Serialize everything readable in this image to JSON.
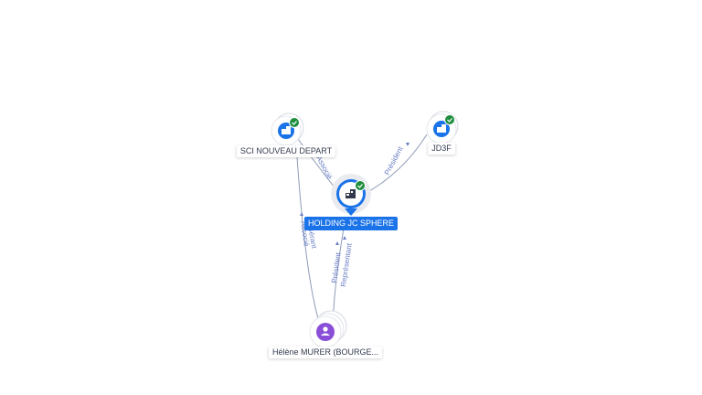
{
  "colors": {
    "company": "#1a73e8",
    "person": "#8a4fd8",
    "verified": "#1e8e3e",
    "edge": "#8e9bb8",
    "edge_label": "#6a7ec4"
  },
  "nodes": {
    "sci": {
      "label": "SCI NOUVEAU DEPART",
      "icon": "building-icon",
      "verified": true
    },
    "jd3f": {
      "label": "JD3F",
      "icon": "building-icon",
      "verified": true
    },
    "holding": {
      "label": "HOLDING JC SPHERE",
      "icon": "building-icon",
      "verified": true
    },
    "person": {
      "label": "Hélène MURER (BOURGE...",
      "icon": "user-icon",
      "verified": false
    }
  },
  "edges": {
    "sci_holding": {
      "label": "Associé"
    },
    "holding_jd3f": {
      "label": "Président"
    },
    "person_sci": {
      "label": "Gérant",
      "label2": "Associé"
    },
    "person_holding": {
      "label": "Président",
      "label2": "Représentant"
    }
  }
}
